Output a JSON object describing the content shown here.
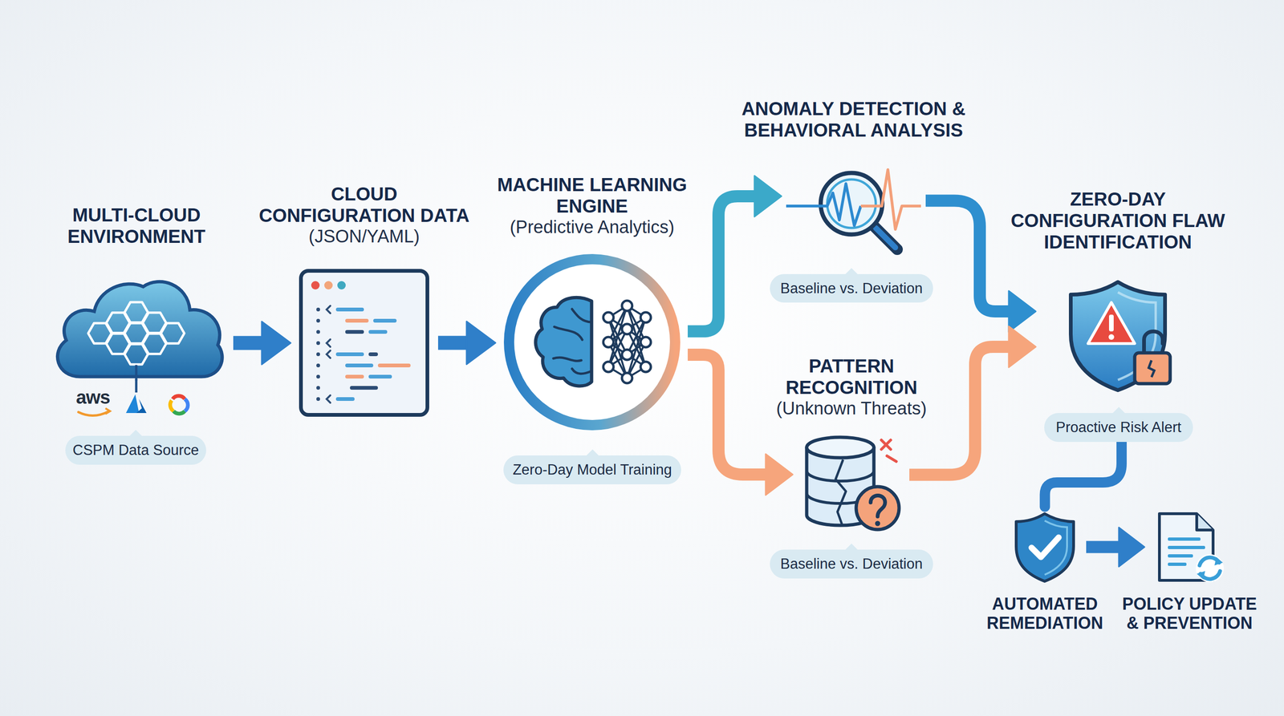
{
  "diagram": {
    "nodes": [
      {
        "text": [
          "MULTI-CLOUD ENVIRONMENT"
        ]
      },
      {
        "text": [
          "CSPM Data Source"
        ]
      },
      {
        "text": [
          "CLOUD CONFIGURATION DATA",
          "(JSON/YAML)"
        ]
      },
      {
        "text": [
          "MACHINE LEARNING ENGINE",
          "(Predictive Analytics)"
        ]
      },
      {
        "text": [
          "Zero-Day Model Training"
        ]
      },
      {
        "text": [
          "ANOMALY DETECTION & BEHAVIORAL ANALYSIS"
        ]
      },
      {
        "text": [
          "Baseline vs. Deviation"
        ]
      },
      {
        "text": [
          "PATTERN RECOGNITION",
          "(Unknown Threats)"
        ]
      },
      {
        "text": [
          "Baseline vs. Deviation"
        ]
      },
      {
        "text": [
          "ZERO-DAY CONFIGURATION FLAW IDENTIFICATION"
        ]
      },
      {
        "text": [
          "Proactive Risk Alert"
        ]
      },
      {
        "text": [
          "AUTOMATED REMEDIATION"
        ]
      },
      {
        "text": [
          "POLICY UPDATE & PREVENTION"
        ]
      }
    ],
    "edges": [
      {
        "from": 0,
        "to": 2,
        "arrow": "to"
      },
      {
        "from": 2,
        "to": 3,
        "arrow": "to"
      },
      {
        "from": 3,
        "to": 5,
        "arrow": "to"
      },
      {
        "from": 3,
        "to": 7,
        "arrow": "to"
      },
      {
        "from": 5,
        "to": 9,
        "arrow": "to"
      },
      {
        "from": 7,
        "to": 9,
        "arrow": "to"
      },
      {
        "from": 10,
        "to": 11,
        "arrow": "none"
      },
      {
        "from": 11,
        "to": 12,
        "arrow": "to"
      }
    ],
    "labels": [
      "aws"
    ]
  }
}
